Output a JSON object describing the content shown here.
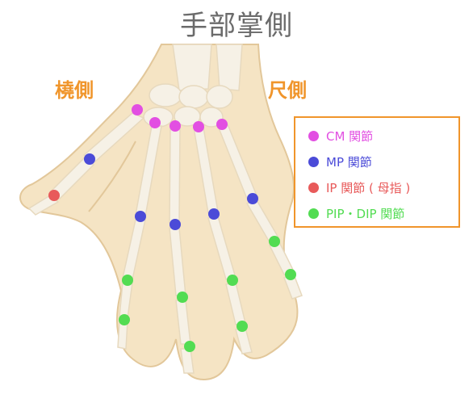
{
  "title": "手部掌側",
  "radial_label": "橈側",
  "ulnar_label": "尺側",
  "colors": {
    "cm": "#e24fe2",
    "mp": "#4b4bd8",
    "ip": "#e85a5a",
    "pip_dip": "#52dc52",
    "accent": "#f0952b",
    "skin": "#f5e4c4",
    "skin_edge": "#e2c79a",
    "bone": "#f6f1e6"
  },
  "legend": [
    {
      "key": "cm",
      "label": "CM 関節"
    },
    {
      "key": "mp",
      "label": "MP 関節"
    },
    {
      "key": "ip",
      "label": "IP 関節 ( 母指 )"
    },
    {
      "key": "pip_dip",
      "label": "PIP・DIP 関節"
    }
  ]
}
